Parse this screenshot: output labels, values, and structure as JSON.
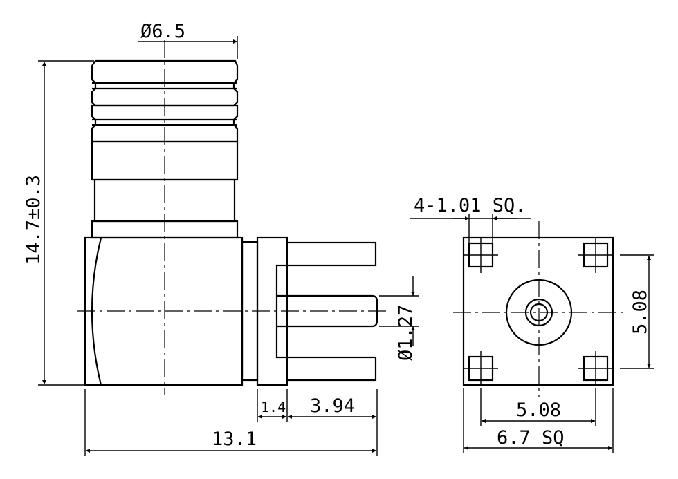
{
  "dimensions": {
    "diameter_top": "Ø6.5",
    "height": "14.7±0.3",
    "pin_diameter": "Ø1.27",
    "flange": "1.4",
    "pin_length": "3.94",
    "total_length": "13.1",
    "pads": "4-1.01 SQ.",
    "pitch_vertical": "5.08",
    "pitch_horizontal": "5.08",
    "body_square": "6.7 SQ"
  }
}
